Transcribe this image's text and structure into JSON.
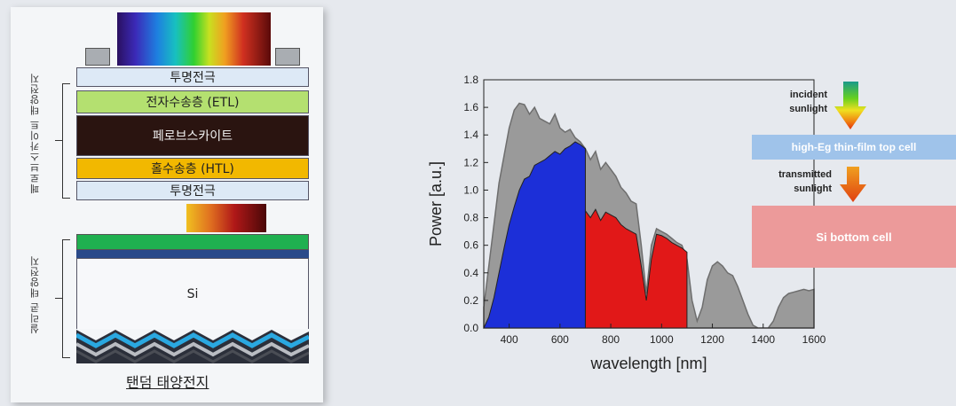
{
  "left_panel": {
    "top_transparent_electrode": "투명전극",
    "etl": "전자수송층 (ETL)",
    "perovskite": "페로브스카이트",
    "htl": "홀수송층 (HTL)",
    "bottom_transparent_electrode": "투명전극",
    "si": "Si",
    "perovskite_cell_label": "페로브스카이트 태양전지",
    "silicon_cell_label": "실리콘 태양전지",
    "caption": "탠덤 태양전지"
  },
  "chart_data": {
    "type": "area",
    "xlabel": "wavelength [nm]",
    "ylabel": "Power [a.u.]",
    "xlim": [
      300,
      1600
    ],
    "ylim": [
      0,
      1.8
    ],
    "xticks": [
      400,
      600,
      800,
      1000,
      1200,
      1400,
      1600
    ],
    "yticks": [
      0.0,
      0.2,
      0.4,
      0.6,
      0.8,
      1.0,
      1.2,
      1.4,
      1.6,
      1.8
    ],
    "series": [
      {
        "color": "#9a9a9a",
        "x": [
          300,
          320,
          340,
          360,
          380,
          400,
          420,
          440,
          460,
          480,
          500,
          520,
          540,
          560,
          580,
          600,
          620,
          640,
          660,
          680,
          700,
          720,
          740,
          760,
          780,
          800,
          820,
          840,
          860,
          880,
          900,
          920,
          940,
          960,
          980,
          1000,
          1020,
          1040,
          1060,
          1080,
          1100,
          1120,
          1140,
          1160,
          1180,
          1200,
          1220,
          1240,
          1260,
          1280,
          1300,
          1320,
          1340,
          1360,
          1380,
          1400,
          1420,
          1440,
          1460,
          1480,
          1500,
          1520,
          1540,
          1560,
          1580,
          1600
        ],
        "values": [
          0.15,
          0.45,
          0.75,
          1.05,
          1.25,
          1.45,
          1.58,
          1.63,
          1.62,
          1.55,
          1.6,
          1.52,
          1.5,
          1.48,
          1.55,
          1.45,
          1.42,
          1.44,
          1.38,
          1.35,
          1.3,
          1.22,
          1.28,
          1.15,
          1.2,
          1.15,
          1.1,
          1.02,
          0.98,
          0.92,
          0.9,
          0.6,
          0.25,
          0.6,
          0.72,
          0.7,
          0.68,
          0.65,
          0.62,
          0.6,
          0.5,
          0.2,
          0.05,
          0.15,
          0.35,
          0.45,
          0.48,
          0.45,
          0.4,
          0.38,
          0.3,
          0.2,
          0.1,
          0.02,
          0.0,
          0.0,
          0.0,
          0.05,
          0.15,
          0.22,
          0.25,
          0.26,
          0.27,
          0.28,
          0.27,
          0.28
        ]
      },
      {
        "name": "high-Eg thin-film top cell",
        "color": "#1c2fd8",
        "x": [
          300,
          320,
          340,
          360,
          380,
          400,
          420,
          440,
          460,
          480,
          500,
          520,
          540,
          560,
          580,
          600,
          620,
          640,
          660,
          680,
          700
        ],
        "values": [
          0.0,
          0.08,
          0.22,
          0.4,
          0.58,
          0.75,
          0.88,
          1.0,
          1.08,
          1.1,
          1.18,
          1.2,
          1.22,
          1.25,
          1.28,
          1.26,
          1.3,
          1.32,
          1.35,
          1.33,
          1.3
        ]
      },
      {
        "name": "Si bottom cell",
        "color": "#e11818",
        "x": [
          700,
          720,
          740,
          760,
          780,
          800,
          820,
          840,
          860,
          880,
          900,
          920,
          940,
          960,
          980,
          1000,
          1020,
          1040,
          1060,
          1080,
          1100
        ],
        "values": [
          0.85,
          0.8,
          0.86,
          0.78,
          0.84,
          0.82,
          0.8,
          0.75,
          0.72,
          0.7,
          0.68,
          0.45,
          0.2,
          0.5,
          0.68,
          0.67,
          0.65,
          0.62,
          0.6,
          0.58,
          0.55
        ]
      }
    ]
  },
  "right_panel": {
    "incident_label": "incident\nsunlight",
    "top_cell_label": "high-Eg thin-film top cell",
    "transmitted_label": "transmitted\nsunlight",
    "bottom_cell_label": "Si bottom cell"
  }
}
